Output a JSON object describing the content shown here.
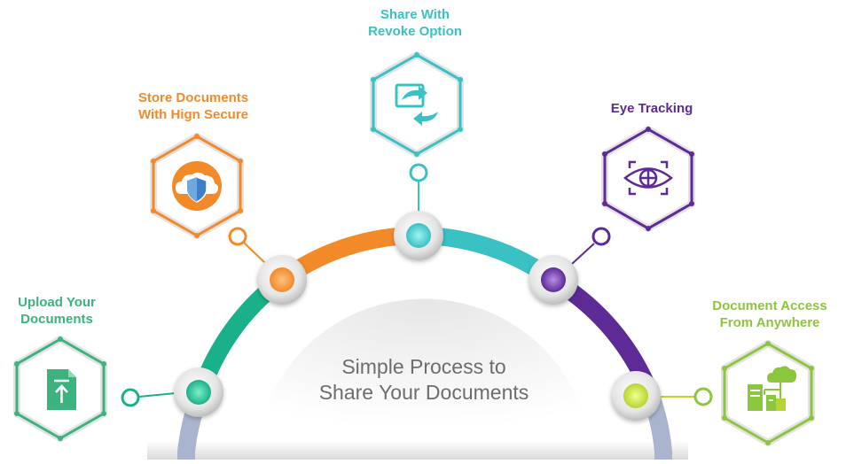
{
  "center": {
    "line1": "Simple Process to",
    "line2": "Share Your Documents"
  },
  "steps": [
    {
      "id": "upload",
      "line1": "Upload Your",
      "line2": "Documents",
      "color": "#3cb27e",
      "icon": "file-upload-icon"
    },
    {
      "id": "store",
      "line1": "Store Documents",
      "line2": "With Hign Secure",
      "color": "#f28a2a",
      "icon": "cloud-shield-icon"
    },
    {
      "id": "share",
      "line1": "Share With",
      "line2": "Revoke Option",
      "color": "#39c1c4",
      "icon": "share-revoke-icon"
    },
    {
      "id": "eye",
      "line1": "Eye Tracking",
      "line2": "",
      "color": "#5d2a96",
      "icon": "eye-tracking-icon"
    },
    {
      "id": "access",
      "line1": "Document Access",
      "line2": "From Anywhere",
      "color": "#8cc63e",
      "icon": "cloud-server-icon"
    }
  ],
  "colors": {
    "arc_base": "#a9b5cf",
    "arc_green": "#1ab08a",
    "arc_orange": "#f28a2a",
    "arc_teal": "#39c1c4",
    "arc_purple": "#5d2a96",
    "center_text": "#6d6d6d"
  }
}
